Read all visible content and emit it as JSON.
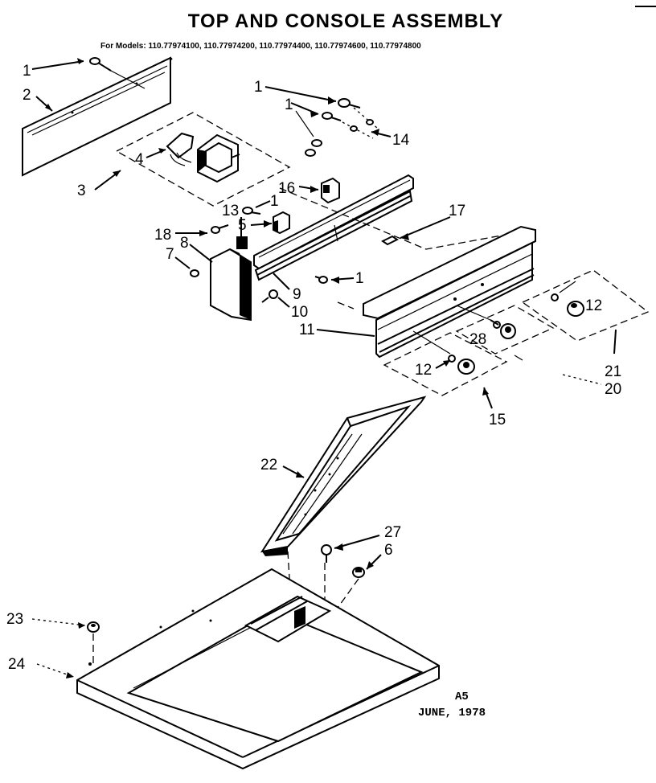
{
  "header": {
    "title": "TOP AND CONSOLE ASSEMBLY",
    "models": "For Models: 110.77974100, 110.77974200, 110.77974400, 110.77974600, 110.77974800"
  },
  "callouts": {
    "c1a": "1",
    "c2": "2",
    "c3": "3",
    "c4": "4",
    "c1b": "1",
    "c1c": "1",
    "c14": "14",
    "c16": "16",
    "c1d": "1",
    "c17": "17",
    "c13": "13",
    "c5": "5",
    "c18": "18",
    "c8": "8",
    "c7": "7",
    "c1e": "1",
    "c9": "9",
    "c10": "10",
    "c11": "11",
    "c12a": "12",
    "c28": "28",
    "c12b": "12",
    "c21": "21",
    "c20": "20",
    "c15": "15",
    "c22": "22",
    "c27": "27",
    "c6": "6",
    "c23": "23",
    "c24": "24"
  },
  "footer": {
    "code": "A5",
    "date": "JUNE, 1978"
  }
}
